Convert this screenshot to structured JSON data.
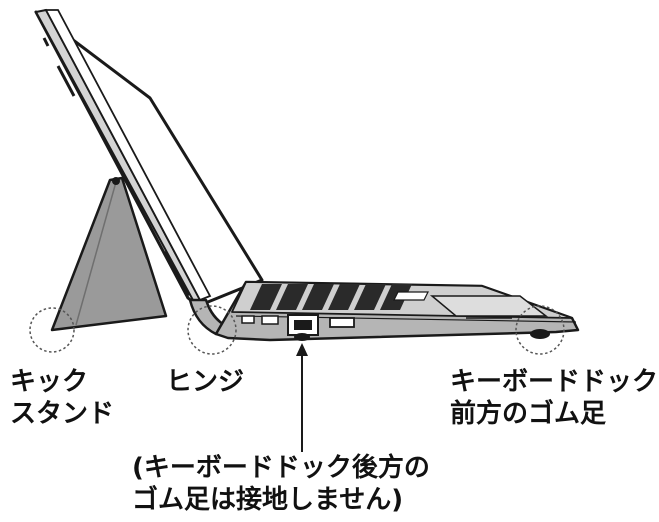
{
  "labels": {
    "kickstand": {
      "line1": "キック",
      "line2": "スタンド"
    },
    "hinge": {
      "line1": "ヒンジ"
    },
    "front_rubber_foot": {
      "line1": "キーボードドック",
      "line2": "前方のゴム足"
    },
    "rear_rubber_foot_note": {
      "line1": "(キーボードドック後方の",
      "line2": "ゴム足は接地しません)"
    }
  },
  "colors": {
    "line": "#1a1a1a",
    "tablet_fill": "#ffffff",
    "kickstand_fill": "#9a9a9a",
    "body_fill": "#b5b5b5",
    "dark_keys": "#2a2a2a",
    "foot_fill": "#1a1a1a"
  }
}
